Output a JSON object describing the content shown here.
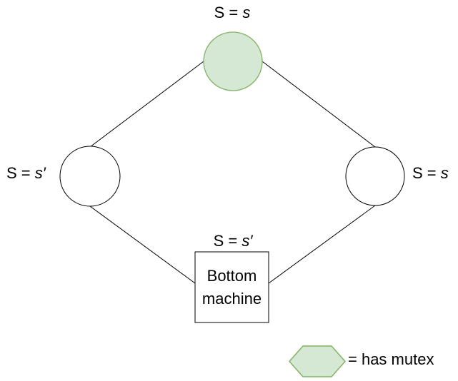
{
  "colors": {
    "background": "#ffffff",
    "mutex_fill": "#d5e8d4",
    "mutex_stroke": "#82b366",
    "node_fill": "#ffffff",
    "node_stroke": "#000000",
    "edge_stroke": "#000000",
    "text": "#000000"
  },
  "nodes": {
    "top": {
      "state_prefix": "S = ",
      "state_var": "s",
      "has_mutex": true
    },
    "left": {
      "state_prefix": "S = ",
      "state_var": "s′",
      "has_mutex": false
    },
    "right": {
      "state_prefix": "S = ",
      "state_var": "s",
      "has_mutex": false
    },
    "bottom": {
      "state_prefix": "S = ",
      "state_var": "s′",
      "title_line1": "Bottom",
      "title_line2": "machine",
      "has_mutex": false
    }
  },
  "legend": {
    "label": "= has mutex"
  }
}
